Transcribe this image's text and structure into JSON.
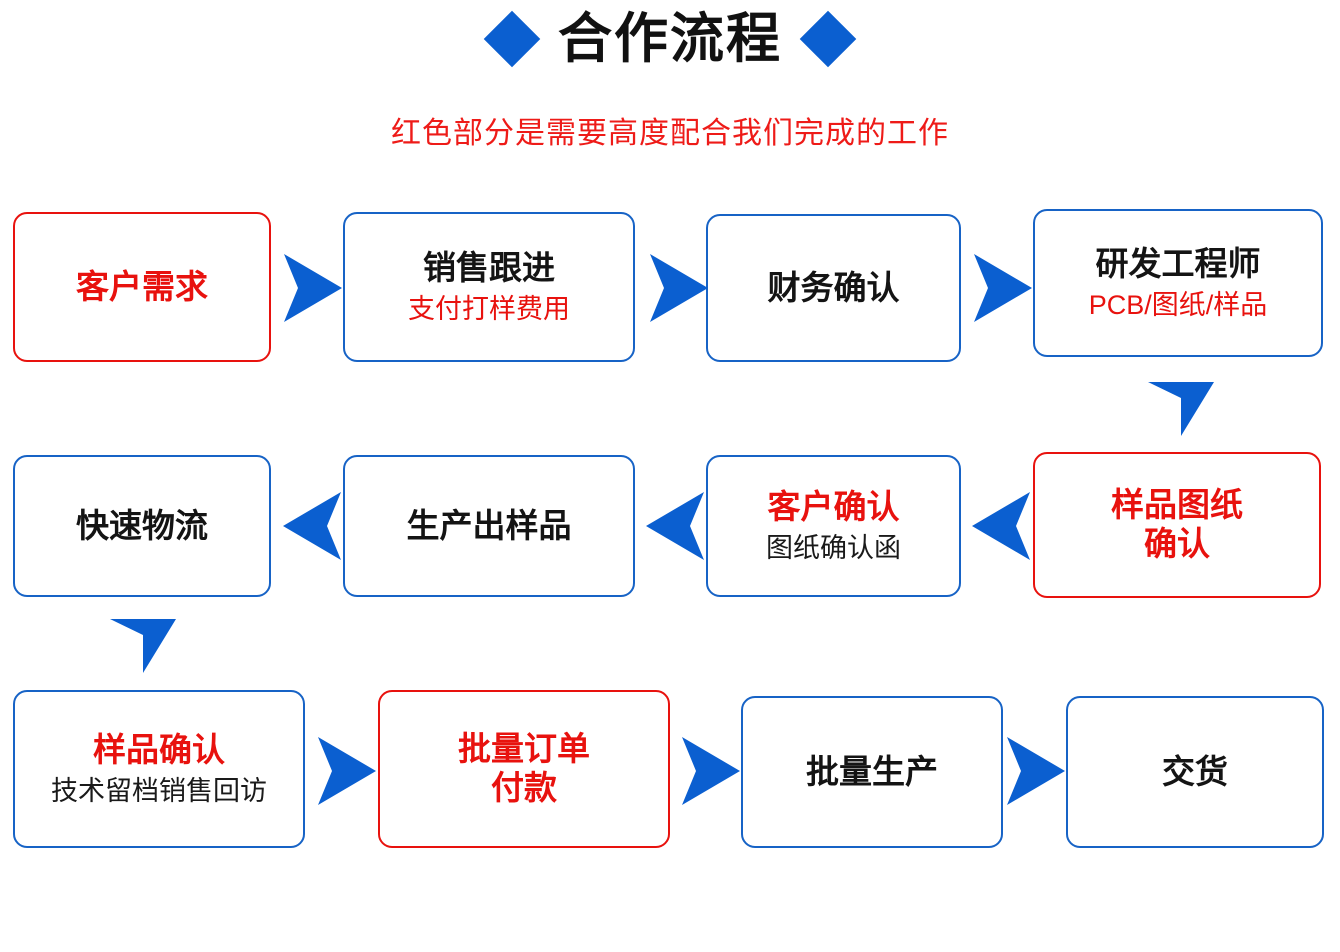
{
  "header": {
    "title": "合作流程",
    "subtitle": "红色部分是需要高度配合我们完成的工作",
    "left_diamond": "diamond-bullet",
    "right_diamond": "diamond-bullet"
  },
  "colors": {
    "blue": "#1763c6",
    "arrow_blue": "#0b5fd0",
    "red": "#e8120e",
    "black": "#141414",
    "background": "#ffffff"
  },
  "flow": {
    "rows": [
      {
        "direction": "left-to-right",
        "nodes": [
          {
            "id": "customer-requirement",
            "primary": "客户需求",
            "primary_color": "red",
            "secondary": "",
            "secondary_color": "",
            "border": "red"
          },
          {
            "id": "sales-follow-up",
            "primary": "销售跟进",
            "primary_color": "black",
            "secondary": "支付打样费用",
            "secondary_color": "red",
            "border": "blue"
          },
          {
            "id": "finance-confirm",
            "primary": "财务确认",
            "primary_color": "black",
            "secondary": "",
            "secondary_color": "",
            "border": "blue"
          },
          {
            "id": "rd-engineer",
            "primary": "研发工程师",
            "primary_color": "black",
            "secondary": "PCB/图纸/样品",
            "secondary_color": "red",
            "border": "blue"
          }
        ]
      },
      {
        "direction": "right-to-left",
        "nodes": [
          {
            "id": "fast-logistics",
            "primary": "快速物流",
            "primary_color": "black",
            "secondary": "",
            "secondary_color": "",
            "border": "blue"
          },
          {
            "id": "produce-sample",
            "primary": "生产出样品",
            "primary_color": "black",
            "secondary": "",
            "secondary_color": "",
            "border": "blue"
          },
          {
            "id": "customer-confirm",
            "primary": "客户确认",
            "primary_color": "red",
            "secondary": "图纸确认函",
            "secondary_color": "black",
            "border": "blue"
          },
          {
            "id": "sample-drawing-confirm",
            "primary": "样品图纸\n确认",
            "primary_color": "red",
            "secondary": "",
            "secondary_color": "",
            "border": "red"
          }
        ]
      },
      {
        "direction": "left-to-right",
        "nodes": [
          {
            "id": "sample-confirm",
            "primary": "样品确认",
            "primary_color": "red",
            "secondary": "技术留档销售回访",
            "secondary_color": "black",
            "border": "blue"
          },
          {
            "id": "bulk-order-payment",
            "primary": "批量订单\n付款",
            "primary_color": "red",
            "secondary": "",
            "secondary_color": "",
            "border": "red"
          },
          {
            "id": "bulk-production",
            "primary": "批量生产",
            "primary_color": "black",
            "secondary": "",
            "secondary_color": "",
            "border": "blue"
          },
          {
            "id": "delivery",
            "primary": "交货",
            "primary_color": "black",
            "secondary": "",
            "secondary_color": "",
            "border": "blue"
          }
        ]
      }
    ],
    "connectors": [
      {
        "id": "r1-a1",
        "icon": "arrow-right-icon"
      },
      {
        "id": "r1-a2",
        "icon": "arrow-right-icon"
      },
      {
        "id": "r1-a3",
        "icon": "arrow-right-icon"
      },
      {
        "id": "v-right",
        "icon": "arrow-down-icon"
      },
      {
        "id": "r2-a1",
        "icon": "arrow-left-icon"
      },
      {
        "id": "r2-a2",
        "icon": "arrow-left-icon"
      },
      {
        "id": "r2-a3",
        "icon": "arrow-left-icon"
      },
      {
        "id": "v-left",
        "icon": "arrow-down-icon"
      },
      {
        "id": "r3-a1",
        "icon": "arrow-right-icon"
      },
      {
        "id": "r3-a2",
        "icon": "arrow-right-icon"
      },
      {
        "id": "r3-a3",
        "icon": "arrow-right-icon"
      }
    ]
  }
}
